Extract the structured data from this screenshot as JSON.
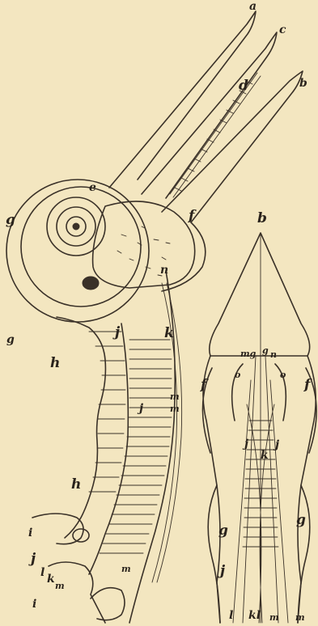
{
  "labels": {
    "side_view": {
      "a": "a",
      "c": "c",
      "d": "d",
      "b": "b",
      "e": "e",
      "g_top": "g",
      "f": "f",
      "n": "n",
      "g_bottom": "g",
      "j_upper": "j",
      "k": "k",
      "h_upper": "h",
      "m_1": "m",
      "m_2": "m",
      "j_mid": "j",
      "h_lower": "h",
      "i_upper": "i",
      "j_lower": "j",
      "l": "l",
      "k_lower": "k",
      "m_lower": "m",
      "m_right": "m",
      "i_lower": "i"
    },
    "front_view": {
      "b": "b",
      "mg": "mg",
      "g": "g",
      "n": "n",
      "f_left": "f",
      "f_right": "f",
      "o_left": "o",
      "o_right": "o",
      "j_left": "j",
      "k": "k",
      "j_right": "j",
      "g_left": "g",
      "g_right": "g",
      "j_bottom": "j",
      "l_1": "l",
      "kl": "kl",
      "m_1": "m",
      "m_2": "m"
    }
  }
}
